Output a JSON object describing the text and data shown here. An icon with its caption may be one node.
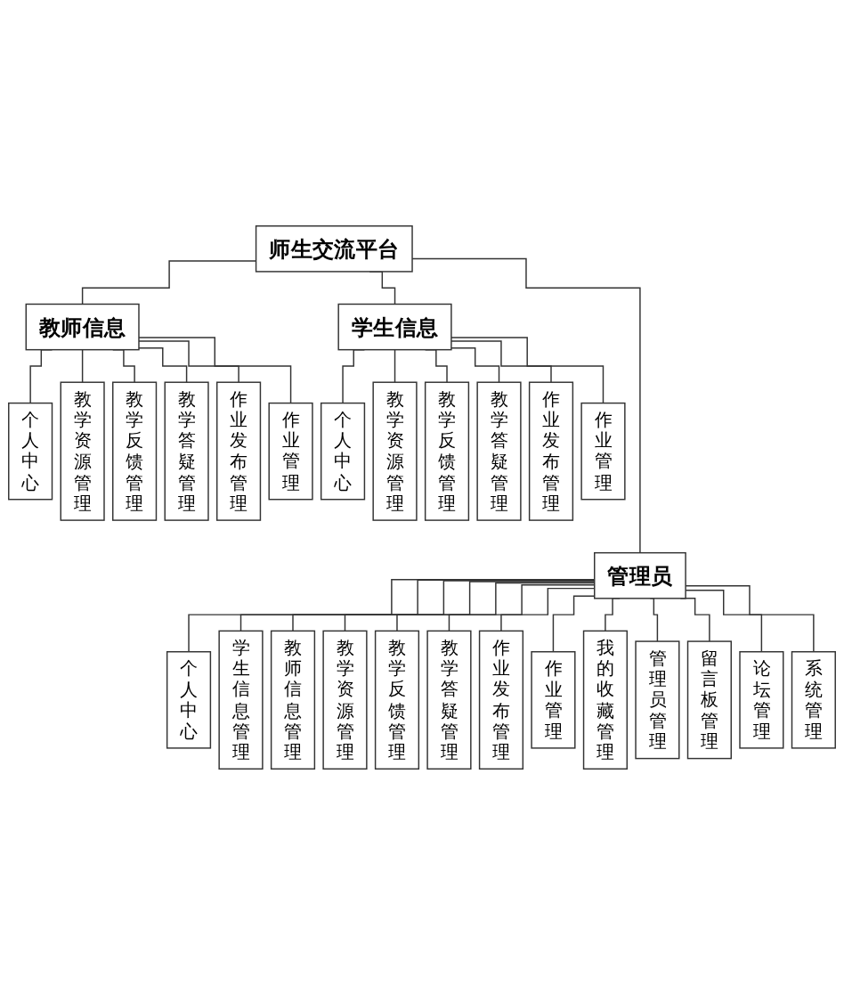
{
  "diagram": {
    "nodes": [
      {
        "text": [
          "师生交流平台"
        ]
      },
      {
        "text": [
          "教师信息"
        ]
      },
      {
        "text": [
          "学生信息"
        ]
      },
      {
        "text": [
          "个人中心"
        ]
      },
      {
        "text": [
          "教学资源管理"
        ]
      },
      {
        "text": [
          "教学反馈管理"
        ]
      },
      {
        "text": [
          "教学答疑管理"
        ]
      },
      {
        "text": [
          "作业发布管理"
        ]
      },
      {
        "text": [
          "作业管理"
        ]
      },
      {
        "text": [
          "个人中心"
        ]
      },
      {
        "text": [
          "教学资源管理"
        ]
      },
      {
        "text": [
          "教学反馈管理"
        ]
      },
      {
        "text": [
          "教学答疑管理"
        ]
      },
      {
        "text": [
          "作业发布管理"
        ]
      },
      {
        "text": [
          "作业管理"
        ]
      },
      {
        "text": [
          "管理员"
        ]
      },
      {
        "text": [
          "个人中心"
        ]
      },
      {
        "text": [
          "学生信息管理"
        ]
      },
      {
        "text": [
          "教师信息管理"
        ]
      },
      {
        "text": [
          "教学资源管理"
        ]
      },
      {
        "text": [
          "教学反馈管理"
        ]
      },
      {
        "text": [
          "教学答疑管理"
        ]
      },
      {
        "text": [
          "作业发布管理"
        ]
      },
      {
        "text": [
          "作业管理"
        ]
      },
      {
        "text": [
          "我的收藏管理"
        ]
      },
      {
        "text": [
          "管理员管理"
        ]
      },
      {
        "text": [
          "留言板管理"
        ]
      },
      {
        "text": [
          "论坛管理"
        ]
      },
      {
        "text": [
          "系统管理"
        ]
      }
    ],
    "edges": [
      {
        "from": 0,
        "to": 1,
        "arrow": "none"
      },
      {
        "from": 0,
        "to": 2,
        "arrow": "none"
      },
      {
        "from": 0,
        "to": 15,
        "arrow": "none"
      },
      {
        "from": 1,
        "to": 3,
        "arrow": "none"
      },
      {
        "from": 1,
        "to": 4,
        "arrow": "none"
      },
      {
        "from": 1,
        "to": 5,
        "arrow": "none"
      },
      {
        "from": 1,
        "to": 6,
        "arrow": "none"
      },
      {
        "from": 1,
        "to": 7,
        "arrow": "none"
      },
      {
        "from": 1,
        "to": 8,
        "arrow": "none"
      },
      {
        "from": 2,
        "to": 9,
        "arrow": "none"
      },
      {
        "from": 2,
        "to": 10,
        "arrow": "none"
      },
      {
        "from": 2,
        "to": 11,
        "arrow": "none"
      },
      {
        "from": 2,
        "to": 12,
        "arrow": "none"
      },
      {
        "from": 2,
        "to": 13,
        "arrow": "none"
      },
      {
        "from": 2,
        "to": 14,
        "arrow": "none"
      },
      {
        "from": 15,
        "to": 16,
        "arrow": "none"
      },
      {
        "from": 15,
        "to": 17,
        "arrow": "none"
      },
      {
        "from": 15,
        "to": 18,
        "arrow": "none"
      },
      {
        "from": 15,
        "to": 19,
        "arrow": "none"
      },
      {
        "from": 15,
        "to": 20,
        "arrow": "none"
      },
      {
        "from": 15,
        "to": 21,
        "arrow": "none"
      },
      {
        "from": 15,
        "to": 22,
        "arrow": "none"
      },
      {
        "from": 15,
        "to": 23,
        "arrow": "none"
      },
      {
        "from": 15,
        "to": 24,
        "arrow": "none"
      },
      {
        "from": 15,
        "to": 25,
        "arrow": "none"
      },
      {
        "from": 15,
        "to": 26,
        "arrow": "none"
      },
      {
        "from": 15,
        "to": 27,
        "arrow": "none"
      },
      {
        "from": 15,
        "to": 28,
        "arrow": "none"
      }
    ]
  }
}
